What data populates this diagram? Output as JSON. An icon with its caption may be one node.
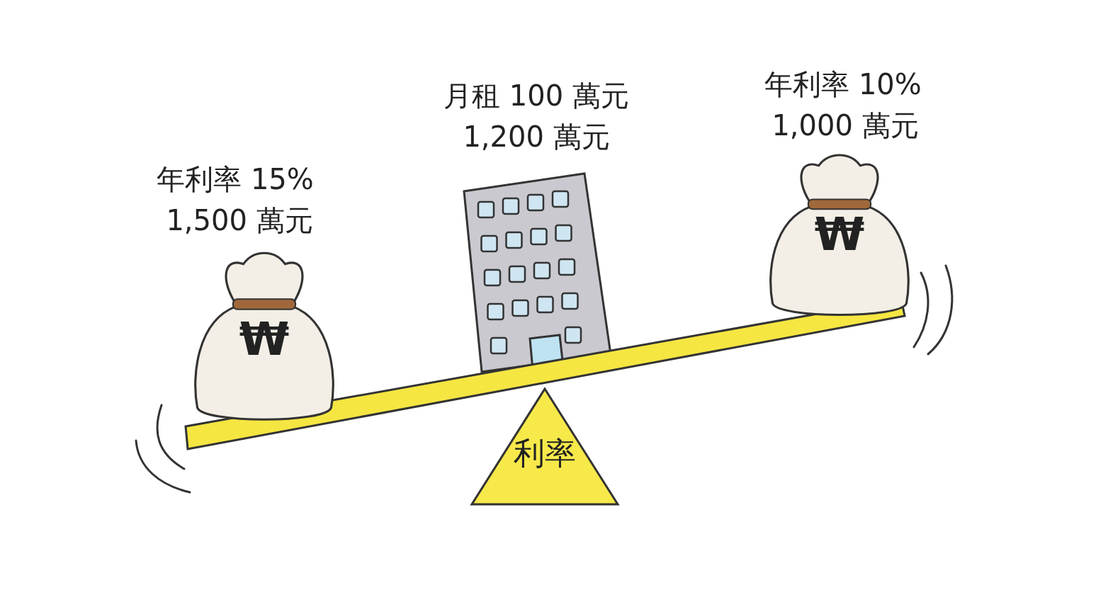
{
  "diagram": {
    "nodes": [
      {
        "text": [
          "₩"
        ]
      },
      {
        "text": [
          "₩"
        ]
      },
      {
        "text": [
          "利率"
        ]
      }
    ],
    "labels": [
      "年利率 15%",
      "1,500 萬元",
      "月租 100 萬元",
      "1,200 萬元",
      "年利率 10%",
      "1,000 萬元"
    ]
  }
}
